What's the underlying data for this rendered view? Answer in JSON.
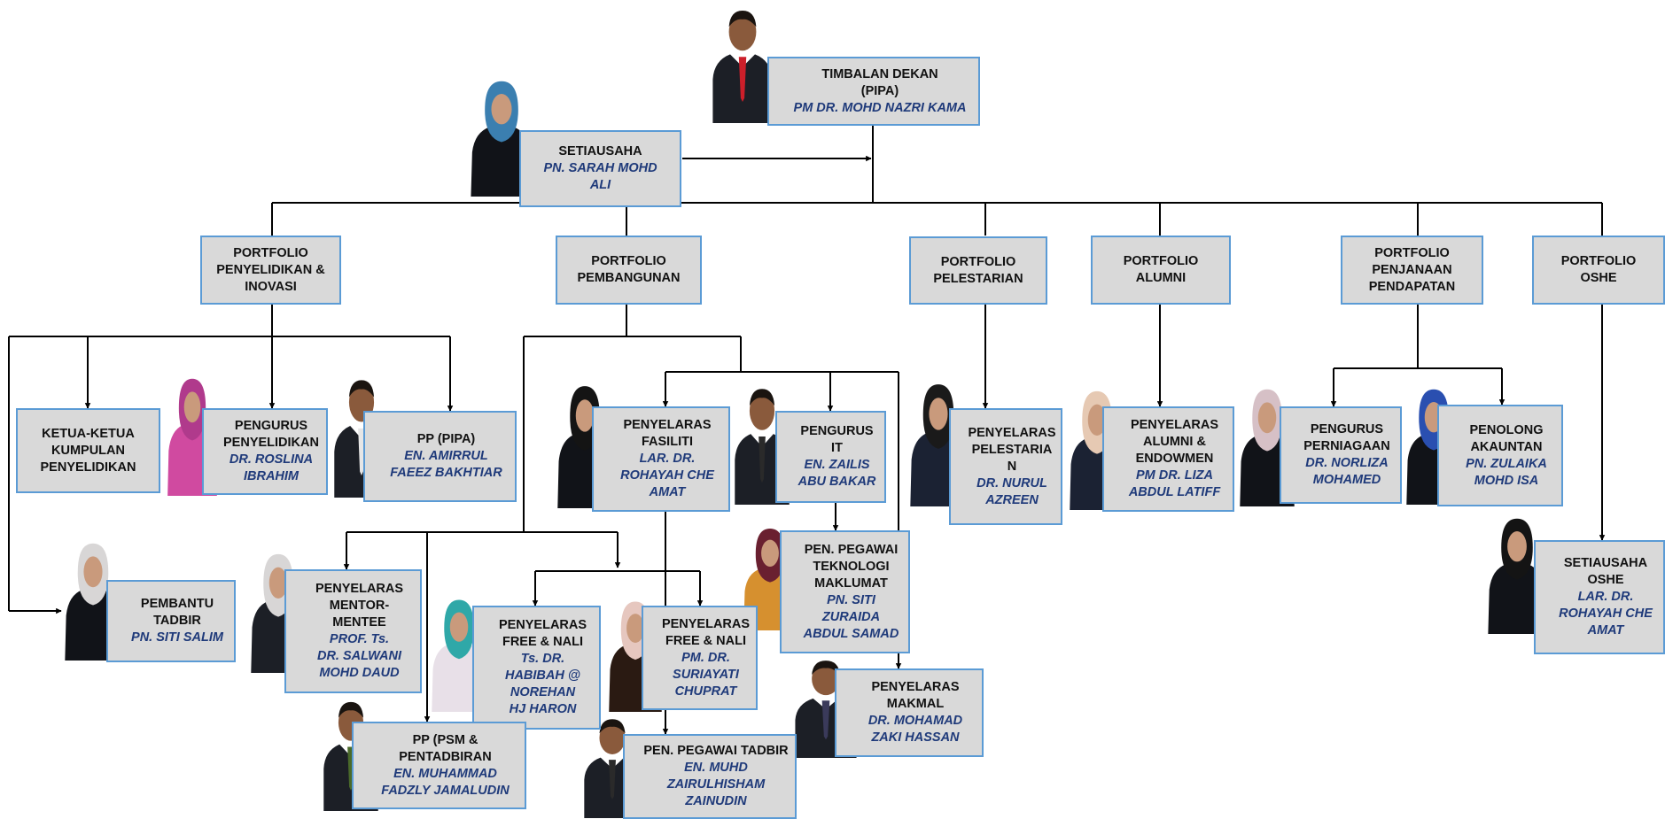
{
  "colors": {
    "box_fill": "#d9d9d9",
    "box_border": "#5b9bd5",
    "title_text": "#111111",
    "name_text": "#1f3a7a",
    "connector": "#000000"
  },
  "head": {
    "title": "TIMBALAN DEKAN\n(PIPA)",
    "name": "PM DR. MOHD NAZRI KAMA"
  },
  "secretary": {
    "title": "SETIAUSAHA",
    "name": "PN. SARAH MOHD\nALI"
  },
  "portfolios": [
    {
      "title": "PORTFOLIO\nPENYELIDIKAN &\nINOVASI"
    },
    {
      "title": "PORTFOLIO\nPEMBANGUNAN"
    },
    {
      "title": "PORTFOLIO\nPELESTARIAN"
    },
    {
      "title": "PORTFOLIO\nALUMNI"
    },
    {
      "title": "PORTFOLIO\nPENJANAAN\nPENDAPATAN"
    },
    {
      "title": "PORTFOLIO\nOSHE"
    }
  ],
  "units": [
    {
      "title": "KETUA-KETUA\nKUMPULAN\nPENYELIDIKAN",
      "name": ""
    },
    {
      "title": "PENGURUS\nPENYELIDIKAN",
      "name": "DR. ROSLINA\nIBRAHIM"
    },
    {
      "title": "PP (PIPA)",
      "name": "EN. AMIRRUL\nFAEEZ BAKHTIAR"
    },
    {
      "title": "PEMBANTU\nTADBIR",
      "name": "PN. SITI SALIM"
    },
    {
      "title": "PENYELARAS\nFASILITI",
      "name": "LAR. DR.\nROHAYAH CHE\nAMAT"
    },
    {
      "title": "PENGURUS\nIT",
      "name": "EN. ZAILIS\nABU BAKAR"
    },
    {
      "title": "PENYELARAS\nMENTOR-\nMENTEE",
      "name": "PROF. Ts.\nDR. SALWANI\nMOHD DAUD"
    },
    {
      "title": "PEN. PEGAWAI\nTEKNOLOGI\nMAKLUMAT",
      "name": "PN. SITI\nZURAIDA\nABDUL SAMAD"
    },
    {
      "title": "PENYELARAS\nFREE & NALI",
      "name": "Ts. DR.\nHABIBAH @\nNOREHAN\nHJ  HARON"
    },
    {
      "title": "PENYELARAS\nFREE & NALI",
      "name": "PM. DR.\nSURIAYATI\nCHUPRAT"
    },
    {
      "title": "PENYELARAS\nMAKMAL",
      "name": "DR. MOHAMAD\nZAKI HASSAN"
    },
    {
      "title": "PP (PSM &\nPENTADBIRAN",
      "name": "EN. MUHAMMAD\nFADZLY JAMALUDIN"
    },
    {
      "title": "PEN. PEGAWAI TADBIR",
      "name": "EN. MUHD\nZAIRULHISHAM\nZAINUDIN"
    },
    {
      "title": "PENYELARAS\nPELESTARIA\nN",
      "name": "DR. NURUL\nAZREEN"
    },
    {
      "title": "PENYELARAS\nALUMNI &\nENDOWMEN",
      "name": "PM DR. LIZA\nABDUL LATIFF"
    },
    {
      "title": "PENGURUS\nPERNIAGAAN",
      "name": "DR. NORLIZA\nMOHAMED"
    },
    {
      "title": "PENOLONG\nAKAUNTAN",
      "name": "PN. ZULAIKA\nMOHD ISA"
    },
    {
      "title": "SETIAUSAHA\nOSHE",
      "name": "LAR. DR.\nROHAYAH CHE\nAMAT"
    }
  ]
}
